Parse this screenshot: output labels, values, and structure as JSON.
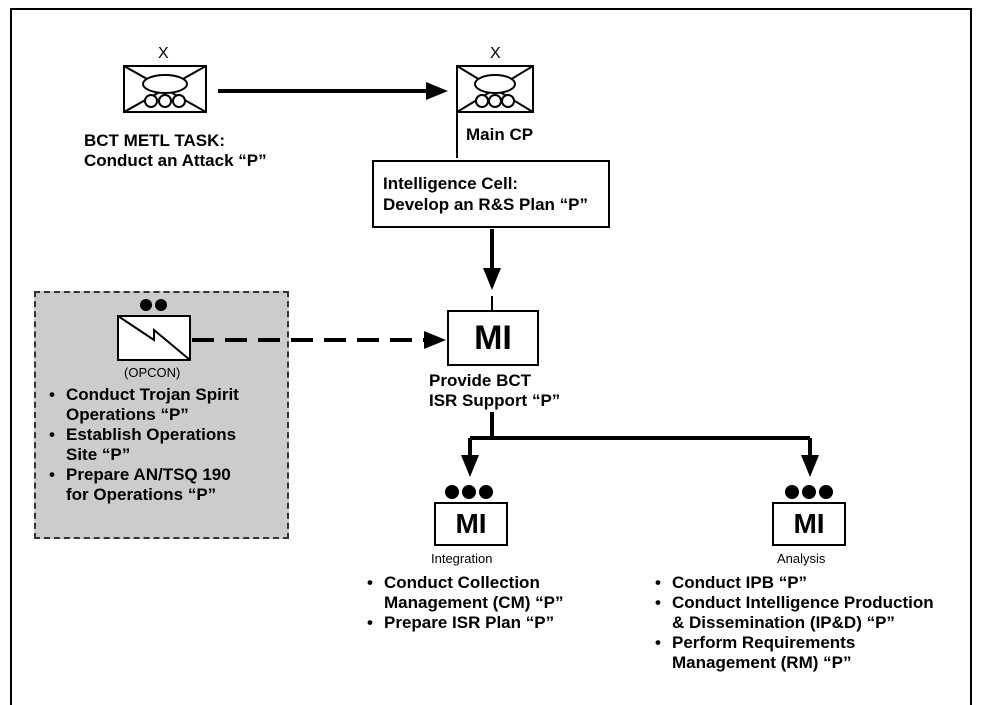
{
  "top_left_unit": {
    "echelon": "X",
    "caption_line1": "BCT METL TASK:",
    "caption_line2": "Conduct an Attack “P”"
  },
  "main_cp": {
    "echelon": "X",
    "label": "Main CP"
  },
  "intel_cell": {
    "line1": "Intelligence Cell:",
    "line2": "Develop an R&S Plan “P”"
  },
  "mi_main": {
    "label": "MI",
    "caption_line1": "Provide BCT",
    "caption_line2": "ISR Support “P”"
  },
  "trojan_unit": {
    "tag": "(OPCON)",
    "tasks": [
      {
        "line1": "Conduct Trojan Spirit",
        "line2": "Operations “P”"
      },
      {
        "line1": "Establish Operations",
        "line2": "Site “P”"
      },
      {
        "line1": "Prepare AN/TSQ 190",
        "line2": "for Operations “P”"
      }
    ]
  },
  "mi_integration": {
    "label": "MI",
    "section": "Integration",
    "tasks": [
      {
        "line1": "Conduct Collection",
        "line2": "Management (CM) “P”"
      },
      {
        "line1": "Prepare ISR Plan “P”",
        "line2": ""
      }
    ]
  },
  "mi_analysis": {
    "label": "MI",
    "section": "Analysis",
    "tasks": [
      {
        "line1": "Conduct IPB “P”",
        "line2": ""
      },
      {
        "line1": "Conduct Intelligence Production",
        "line2": "& Dissemination (IP&D) “P”"
      },
      {
        "line1": "Perform Requirements",
        "line2": "Management (RM) “P”"
      }
    ]
  }
}
